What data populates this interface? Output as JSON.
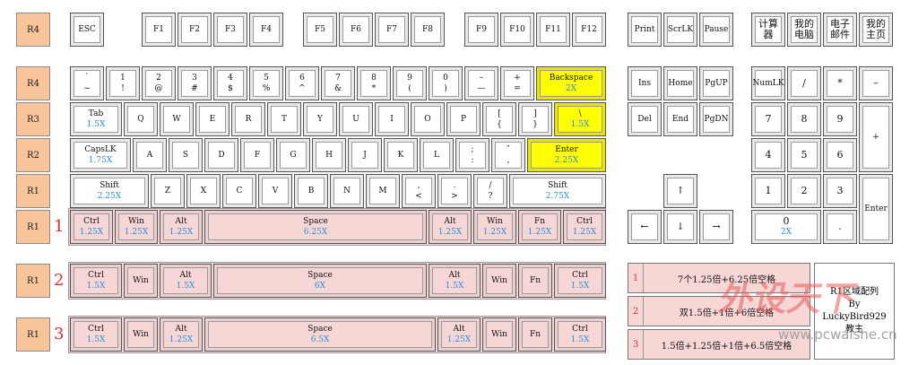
{
  "function_row": {
    "label": "R4",
    "esc": "ESC",
    "f": [
      "F1",
      "F2",
      "F3",
      "F4",
      "F5",
      "F6",
      "F7",
      "F8",
      "F9",
      "F10",
      "F11",
      "F12"
    ],
    "sys": [
      "Print",
      "ScrLK",
      "Pause"
    ],
    "media": [
      [
        "计算",
        "器"
      ],
      [
        "我的",
        "电脑"
      ],
      [
        "电子",
        "邮件"
      ],
      [
        "我的",
        "主页"
      ]
    ]
  },
  "row_labels": {
    "r4": "R4",
    "r3": "R3",
    "r2": "R2",
    "r1a": "R1",
    "r1b": "R1",
    "r1c": "R1",
    "r1d": "R1"
  },
  "number_row": {
    "keys": [
      [
        "`",
        "~"
      ],
      [
        "1",
        "!"
      ],
      [
        "2",
        "@"
      ],
      [
        "3",
        "#"
      ],
      [
        "4",
        "$"
      ],
      [
        "5",
        "%"
      ],
      [
        "6",
        "^"
      ],
      [
        "7",
        "&"
      ],
      [
        "8",
        "*"
      ],
      [
        "9",
        "("
      ],
      [
        "0",
        ")"
      ],
      [
        "–",
        "—"
      ],
      [
        "+",
        "="
      ]
    ],
    "backspace": {
      "label": "Backspace",
      "size": "2X"
    }
  },
  "tab_row": {
    "tab": {
      "label": "Tab",
      "size": "1.5X"
    },
    "keys": [
      "Q",
      "W",
      "E",
      "R",
      "T",
      "Y",
      "U",
      "I",
      "O",
      "P"
    ],
    "brackets": [
      [
        "[",
        "{"
      ],
      [
        "]",
        "}"
      ]
    ],
    "backslash": {
      "label": "\\",
      "size": "1.5X"
    }
  },
  "caps_row": {
    "caps": {
      "label": "CapsLK",
      "size": "1.75X"
    },
    "keys": [
      "A",
      "S",
      "D",
      "F",
      "G",
      "H",
      "J",
      "K",
      "L"
    ],
    "punct": [
      [
        ";",
        ":"
      ],
      [
        "″",
        ","
      ]
    ],
    "enter": {
      "label": "Enter",
      "size": "2.25X"
    }
  },
  "shift_row": {
    "lshift": {
      "label": "Shift",
      "size": "2.25X"
    },
    "keys": [
      "Z",
      "X",
      "C",
      "V",
      "B",
      "N",
      "M"
    ],
    "punct": [
      [
        ",",
        "<"
      ],
      [
        ".",
        ">"
      ],
      [
        "/",
        "?"
      ]
    ],
    "rshift": {
      "label": "Shift",
      "size": "2.75X"
    }
  },
  "nav": {
    "row1": [
      "Ins",
      "Home",
      "PgUP"
    ],
    "row2": [
      "Del",
      "End",
      "PgDN"
    ],
    "up": "↑",
    "left": "←",
    "down": "↓",
    "right": "→"
  },
  "numpad": {
    "row1": [
      "NumLK",
      "/",
      "*",
      "–"
    ],
    "row2": [
      "7",
      "8",
      "9"
    ],
    "row3": [
      "4",
      "5",
      "6"
    ],
    "row4": [
      "1",
      "2",
      "3"
    ],
    "plus": "+",
    "enter": "Enter",
    "zero": {
      "label": "0",
      "size": "2X"
    },
    "dot": "."
  },
  "bottom1": {
    "num": "1",
    "keys": [
      {
        "label": "Ctrl",
        "size": "1.25X"
      },
      {
        "label": "Win",
        "size": "1.25X"
      },
      {
        "label": "Alt",
        "size": "1.25X"
      },
      {
        "label": "Space",
        "size": "6.25X"
      },
      {
        "label": "Alt",
        "size": "1.25X"
      },
      {
        "label": "Win",
        "size": "1.25X"
      },
      {
        "label": "Fn",
        "size": "1.25X"
      },
      {
        "label": "Ctrl",
        "size": "1.25X"
      }
    ]
  },
  "bottom2": {
    "num": "2",
    "keys": [
      {
        "label": "Ctrl",
        "size": "1.5X"
      },
      {
        "label": "Win",
        "size": ""
      },
      {
        "label": "Alt",
        "size": "1.5X"
      },
      {
        "label": "Space",
        "size": "6X"
      },
      {
        "label": "Alt",
        "size": "1.5X"
      },
      {
        "label": "Win",
        "size": ""
      },
      {
        "label": "Fn",
        "size": ""
      },
      {
        "label": "Ctrl",
        "size": "1.5X"
      }
    ]
  },
  "bottom3": {
    "num": "3",
    "keys": [
      {
        "label": "Ctrl",
        "size": "1.5X"
      },
      {
        "label": "Win",
        "size": ""
      },
      {
        "label": "Alt",
        "size": "1.25X"
      },
      {
        "label": "Space",
        "size": "6.5X"
      },
      {
        "label": "Alt",
        "size": "1.25X"
      },
      {
        "label": "Win",
        "size": ""
      },
      {
        "label": "Fn",
        "size": ""
      },
      {
        "label": "Ctrl",
        "size": "1.5X"
      }
    ]
  },
  "legend": {
    "items": [
      {
        "num": "1",
        "text": "7个1.25倍+6.25倍空格"
      },
      {
        "num": "2",
        "text": "双1.5倍+1倍+6倍空格"
      },
      {
        "num": "3",
        "text": "1.5倍+1.25倍+1倍+6.5倍空格"
      }
    ],
    "credit": [
      "R1区域配列",
      "By",
      "LuckyBird929",
      "教主"
    ]
  },
  "watermark": {
    "main": "外设天下",
    "url": "www.pcwaishe.cn"
  },
  "colors": {
    "highlight": "#ffff00",
    "band": "#f7d6d6",
    "row_label": "#f8c59b",
    "size_text": "#2a8fd8",
    "number_red": "#d8323a"
  }
}
